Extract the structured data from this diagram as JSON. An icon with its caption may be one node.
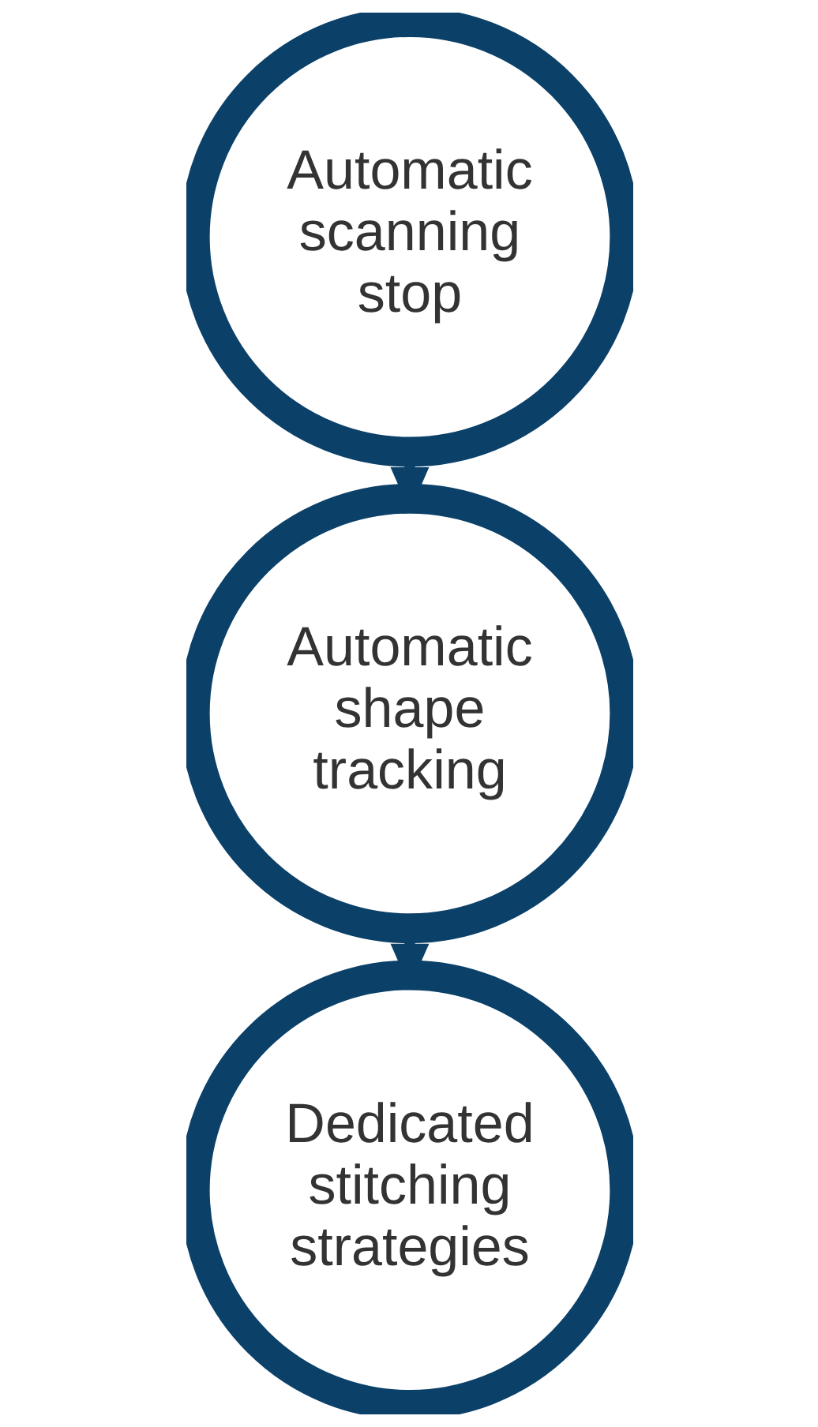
{
  "diagram": {
    "nodes": [
      {
        "text": [
          "Automatic scanning stop"
        ]
      },
      {
        "text": [
          "Automatic shape tracking"
        ]
      },
      {
        "text": [
          "Dedicated stitching strategies"
        ]
      }
    ],
    "edges": [
      {
        "from": 0,
        "to": 1,
        "arrow": "to"
      },
      {
        "from": 1,
        "to": 2,
        "arrow": "to"
      }
    ]
  }
}
